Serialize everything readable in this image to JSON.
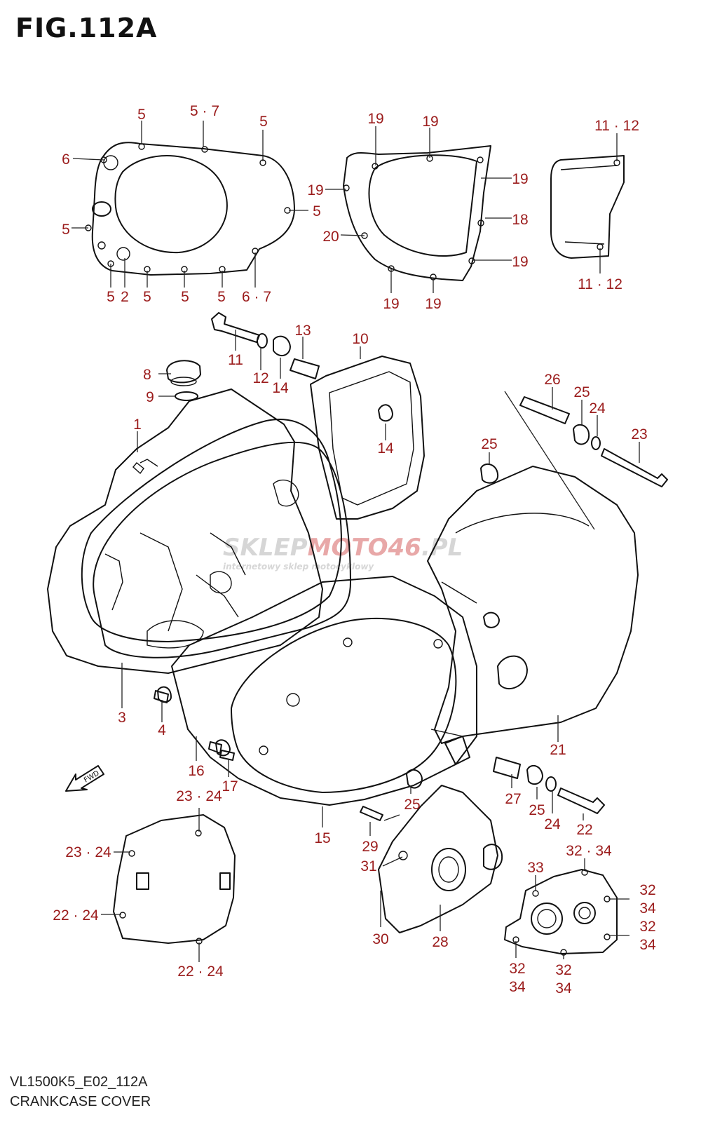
{
  "title": "FIG.112A",
  "model_code": "VL1500K5_E02_112A",
  "caption": "CRANKCASE COVER",
  "watermark": {
    "main_left": "SKLEP",
    "main_accent": "MOTO46",
    "main_right": ".PL",
    "sub": "internetowy sklep motocyklowy"
  },
  "fwd_label": "FWD",
  "colors": {
    "callout": "#9b1c1c",
    "line": "#111111",
    "watermark_accent": "#e89a9a"
  },
  "callouts": [
    {
      "id": "c1",
      "text": "5"
    },
    {
      "id": "c2",
      "text": "5 · 7"
    },
    {
      "id": "c3",
      "text": "5"
    },
    {
      "id": "c4",
      "text": "6"
    },
    {
      "id": "c5",
      "text": "5"
    },
    {
      "id": "c6",
      "text": "5"
    },
    {
      "id": "c7",
      "text": "5"
    },
    {
      "id": "c8",
      "text": "2"
    },
    {
      "id": "c9",
      "text": "5"
    },
    {
      "id": "c10",
      "text": "5"
    },
    {
      "id": "c11",
      "text": "5"
    },
    {
      "id": "c12",
      "text": "6 · 7"
    },
    {
      "id": "c13",
      "text": "19"
    },
    {
      "id": "c14",
      "text": "19"
    },
    {
      "id": "c15",
      "text": "19"
    },
    {
      "id": "c16",
      "text": "18"
    },
    {
      "id": "c17",
      "text": "19"
    },
    {
      "id": "c18",
      "text": "20"
    },
    {
      "id": "c19",
      "text": "19"
    },
    {
      "id": "c20",
      "text": "19"
    },
    {
      "id": "c21",
      "text": "19"
    },
    {
      "id": "c22",
      "text": "11 · 12"
    },
    {
      "id": "c23",
      "text": "11 · 12"
    },
    {
      "id": "c24",
      "text": "11"
    },
    {
      "id": "c25",
      "text": "12"
    },
    {
      "id": "c26",
      "text": "14"
    },
    {
      "id": "c27",
      "text": "13"
    },
    {
      "id": "c28",
      "text": "10"
    },
    {
      "id": "c29",
      "text": "14"
    },
    {
      "id": "c30",
      "text": "8"
    },
    {
      "id": "c31",
      "text": "9"
    },
    {
      "id": "c32",
      "text": "1"
    },
    {
      "id": "c33",
      "text": "26"
    },
    {
      "id": "c34",
      "text": "25"
    },
    {
      "id": "c35",
      "text": "24"
    },
    {
      "id": "c36",
      "text": "23"
    },
    {
      "id": "c37",
      "text": "25"
    },
    {
      "id": "c38",
      "text": "3"
    },
    {
      "id": "c39",
      "text": "4"
    },
    {
      "id": "c40",
      "text": "16"
    },
    {
      "id": "c41",
      "text": "17"
    },
    {
      "id": "c42",
      "text": "21"
    },
    {
      "id": "c43",
      "text": "15"
    },
    {
      "id": "c44",
      "text": "25"
    },
    {
      "id": "c45",
      "text": "27"
    },
    {
      "id": "c46",
      "text": "25"
    },
    {
      "id": "c47",
      "text": "24"
    },
    {
      "id": "c48",
      "text": "22"
    },
    {
      "id": "c49",
      "text": "29"
    },
    {
      "id": "c50",
      "text": "31"
    },
    {
      "id": "c51",
      "text": "30"
    },
    {
      "id": "c52",
      "text": "28"
    },
    {
      "id": "c53",
      "text": "23 · 24"
    },
    {
      "id": "c54",
      "text": "23 · 24"
    },
    {
      "id": "c55",
      "text": "22 · 24"
    },
    {
      "id": "c56",
      "text": "22 · 24"
    },
    {
      "id": "c57",
      "text": "33"
    },
    {
      "id": "c58",
      "text": "32 · 34"
    },
    {
      "id": "c59",
      "text": "32"
    },
    {
      "id": "c60",
      "text": "34"
    },
    {
      "id": "c61",
      "text": "32"
    },
    {
      "id": "c62",
      "text": "34"
    },
    {
      "id": "c63",
      "text": "32"
    },
    {
      "id": "c64",
      "text": "34"
    },
    {
      "id": "c65",
      "text": "32"
    },
    {
      "id": "c66",
      "text": "34"
    }
  ]
}
